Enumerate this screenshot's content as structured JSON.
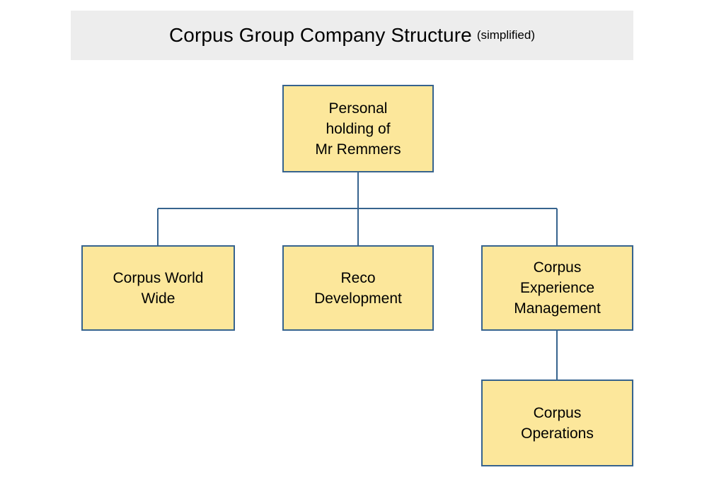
{
  "title": {
    "main": "Corpus Group Company Structure",
    "suffix": "(simplified)"
  },
  "colors": {
    "box_fill": "#fce79b",
    "box_border": "#36638e",
    "connector": "#36638e",
    "banner_background": "#ededed",
    "canvas_background": "#ffffff",
    "text": "#000000"
  },
  "chart_data": {
    "type": "diagram",
    "diagram_kind": "organizational-chart",
    "title": "Corpus Group Company Structure (simplified)",
    "nodes": [
      {
        "id": "holding",
        "label": "Personal\nholding of\nMr Remmers",
        "level": 0
      },
      {
        "id": "worldwide",
        "label": "Corpus World\nWide",
        "level": 1
      },
      {
        "id": "reco",
        "label": "Reco\nDevelopment",
        "level": 1
      },
      {
        "id": "cem",
        "label": "Corpus\nExperience\nManagement",
        "level": 1
      },
      {
        "id": "operations",
        "label": "Corpus\nOperations",
        "level": 2
      }
    ],
    "edges": [
      {
        "from": "holding",
        "to": "worldwide"
      },
      {
        "from": "holding",
        "to": "reco"
      },
      {
        "from": "holding",
        "to": "cem"
      },
      {
        "from": "cem",
        "to": "operations"
      }
    ]
  },
  "boxes": {
    "holding": {
      "label": "Personal\nholding of\nMr Remmers"
    },
    "worldwide": {
      "label": "Corpus World\nWide"
    },
    "reco": {
      "label": "Reco\nDevelopment"
    },
    "cem": {
      "label": "Corpus\nExperience\nManagement"
    },
    "operations": {
      "label": "Corpus\nOperations"
    }
  }
}
